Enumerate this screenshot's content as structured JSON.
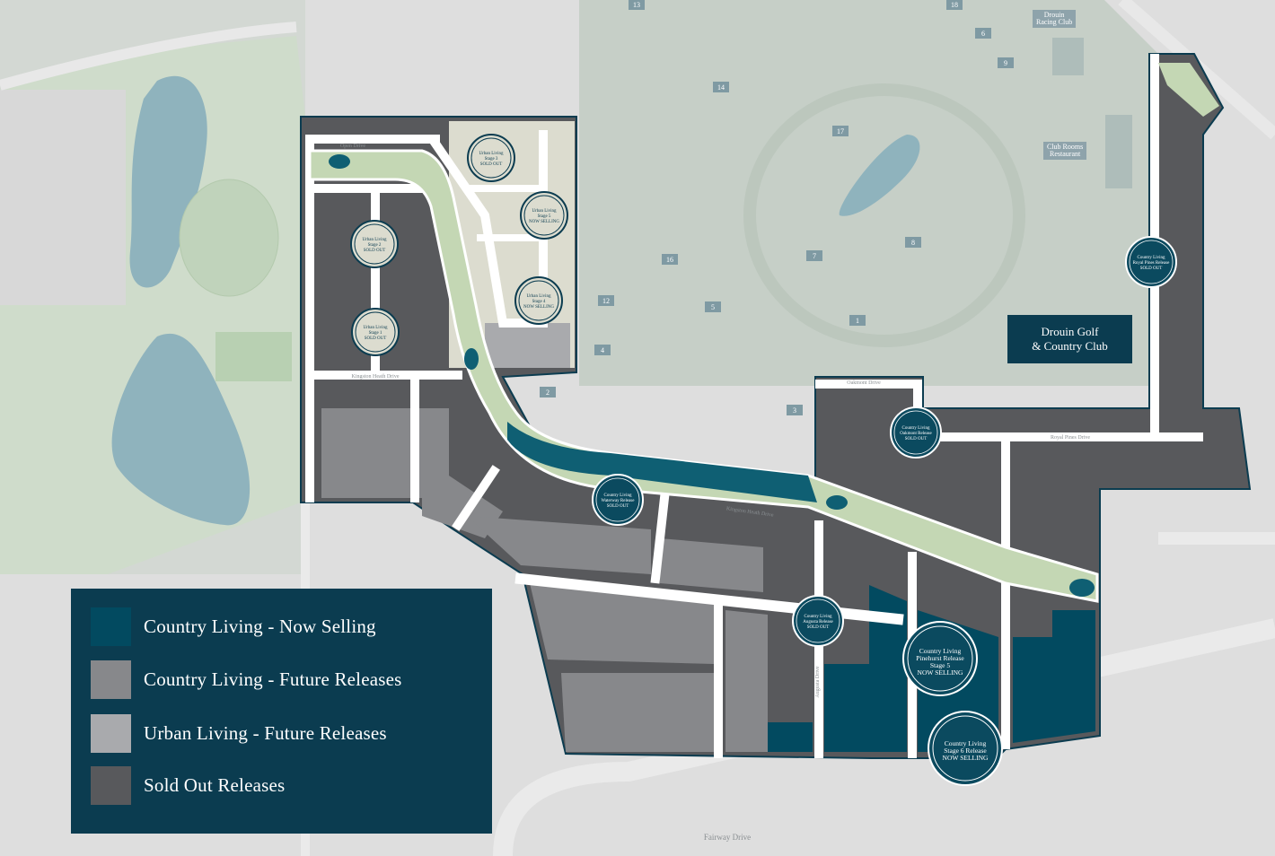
{
  "legend": {
    "items": [
      {
        "label": "Country Living - Now Selling",
        "color": "#024a60"
      },
      {
        "label": "Country Living - Future Releases",
        "color": "#87888b"
      },
      {
        "label": "Urban Living - Future Releases",
        "color": "#a9aaad"
      },
      {
        "label": "Sold Out Releases",
        "color": "#58595c"
      }
    ]
  },
  "landmarks": {
    "golf_club": [
      "Drouin Golf",
      "& Country Club"
    ],
    "racing_club": [
      "Drouin",
      "Racing Club"
    ],
    "club_rooms": [
      "Club Rooms",
      "Restaurant"
    ]
  },
  "holes": [
    "13",
    "18",
    "6",
    "9",
    "14",
    "17",
    "16",
    "7",
    "8",
    "12",
    "5",
    "1",
    "4",
    "2",
    "3"
  ],
  "releases": {
    "urban_stage_3_top": [
      "Urban Living",
      "Stage 3",
      "SOLD OUT"
    ],
    "urban_stage_5": [
      "Urban Living",
      "Stage 5",
      "NOW SELLING"
    ],
    "urban_stage_2": [
      "Urban Living",
      "Stage 2",
      "SOLD OUT"
    ],
    "urban_stage_4": [
      "Urban Living",
      "Stage 4",
      "NOW SELLING"
    ],
    "urban_stage_1": [
      "Urban Living",
      "Stage 1",
      "SOLD OUT"
    ],
    "waterway": [
      "Country Living",
      "Waterway Release",
      "SOLD OUT"
    ],
    "oakmont": [
      "Country Living",
      "Oakmont Release",
      "SOLD OUT"
    ],
    "royal_pines": [
      "Country Living",
      "Royal Pines Release",
      "SOLD OUT"
    ],
    "augusta": [
      "Country Living",
      "Augusta Release",
      "SOLD OUT"
    ],
    "pinehurst": [
      "Country Living",
      "Pinehurst Release",
      "Stage 5",
      "NOW SELLING"
    ],
    "stage6": [
      "Country Living",
      "Stage 6 Release",
      "NOW SELLING"
    ]
  },
  "streets": {
    "fairway": "Fairway Drive",
    "kingston": "Kingston Heath Drive",
    "royal_pines": "Royal Pines Drive",
    "oakmont": "Oakmont Drive",
    "open": "Open Drive",
    "augusta": "Augusta Drive"
  }
}
